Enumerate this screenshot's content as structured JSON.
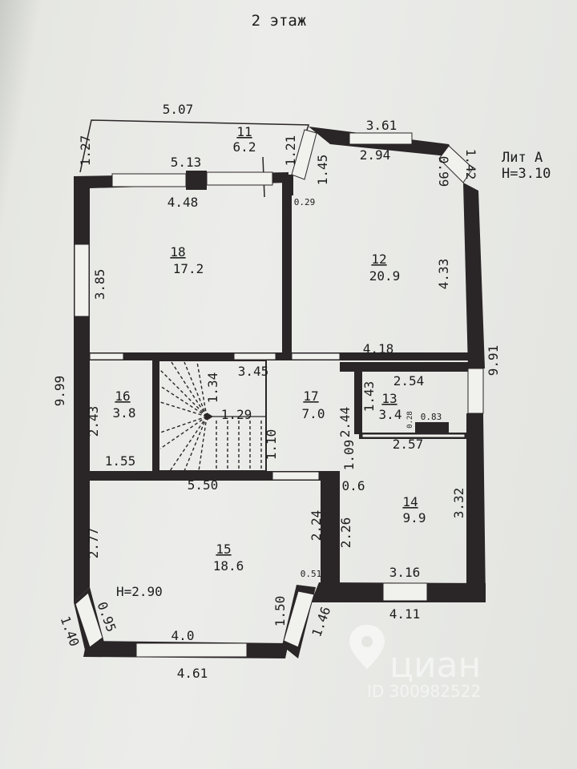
{
  "title": "2 этаж",
  "lit": {
    "line1": "Лит А",
    "line2": "H=3.10"
  },
  "rooms": [
    {
      "num": "11",
      "area": "6.2"
    },
    {
      "num": "12",
      "area": "20.9"
    },
    {
      "num": "13",
      "area": "3.4"
    },
    {
      "num": "14",
      "area": "9.9"
    },
    {
      "num": "15",
      "area": "18.6"
    },
    {
      "num": "16",
      "area": "3.8"
    },
    {
      "num": "17",
      "area": "7.0"
    },
    {
      "num": "18",
      "area": "17.2"
    }
  ],
  "height_label": "H=2.90",
  "dims": {
    "d5_07": "5.07",
    "d1_27": "1.27",
    "d5_13": "5.13",
    "d4_48": "4.48",
    "d1_21": "1.21",
    "d1_45": "1.45",
    "d0_29": "0.29",
    "d3_61": "3.61",
    "d2_94": "2.94",
    "d0_99": "0.99",
    "d1_42": "1.42",
    "d4_33": "4.33",
    "d3_85": "3.85",
    "d9_99": "9.99",
    "d9_91": "9.91",
    "d4_18": "4.18",
    "d3_45": "3.45",
    "d1_34": "1.34",
    "d2_43": "2.43",
    "d1_55": "1.55",
    "d1_29": "1.29",
    "d1_10": "1.10",
    "d2_44": "2.44",
    "d1_43": "1.43",
    "d2_54": "2.54",
    "d0_28": "0.28",
    "d0_83": "0.83",
    "d2_57": "2.57",
    "d1_09": "1.09",
    "d5_50": "5.50",
    "d0_6": "0.6",
    "d2_24": "2.24",
    "d2_26": "2.26",
    "d3_32": "3.32",
    "d2_77": "2.77",
    "d0_51": "0.51",
    "d3_16": "3.16",
    "d4_11": "4.11",
    "d1_50": "1.50",
    "d1_46": "1.46",
    "d0_95": "0.95",
    "d1_40": "1.40",
    "d4_0": "4.0",
    "d4_61": "4.61"
  },
  "watermark": {
    "brand": "циан",
    "id": "ID 300982522"
  }
}
